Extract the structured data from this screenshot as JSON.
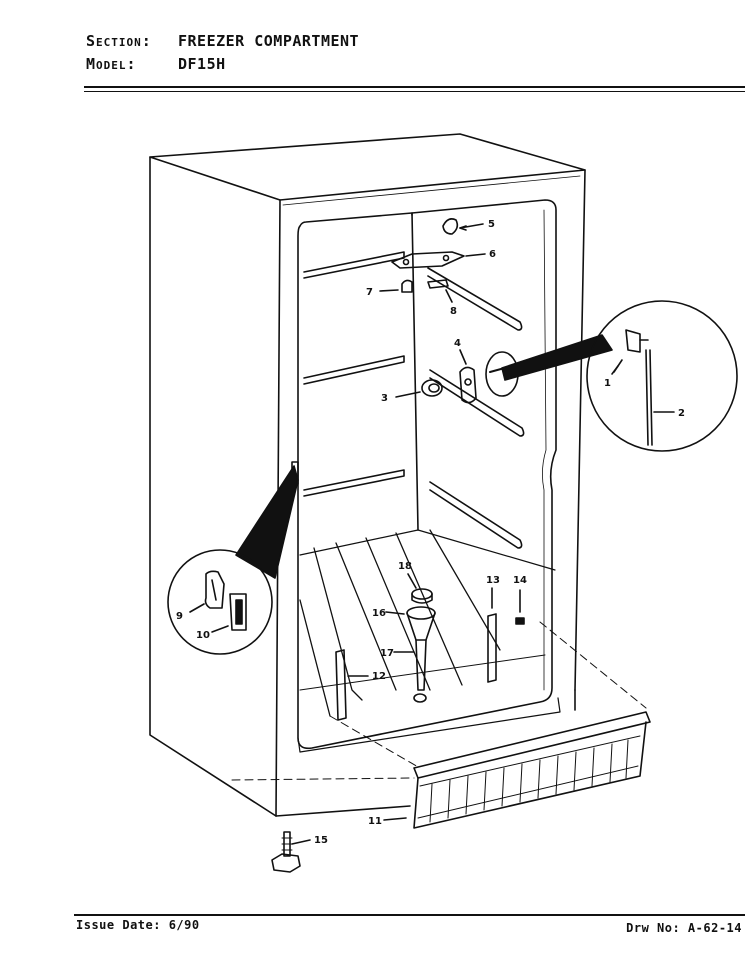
{
  "header": {
    "section_label": "Section:",
    "section_value": "FREEZER COMPARTMENT",
    "model_label": "Model:",
    "model_value": "DF15H"
  },
  "footer": {
    "issue_date": "Issue Date: 6/90",
    "drawing_number": "Drw No: A-62-14"
  },
  "callouts": {
    "c1": "1",
    "c2": "2",
    "c3": "3",
    "c4": "4",
    "c5": "5",
    "c6": "6",
    "c7": "7",
    "c8": "8",
    "c9": "9",
    "c10": "10",
    "c11": "11",
    "c12": "12",
    "c13": "13",
    "c14": "14",
    "c15": "15",
    "c16": "16",
    "c17": "17",
    "c18": "18"
  }
}
